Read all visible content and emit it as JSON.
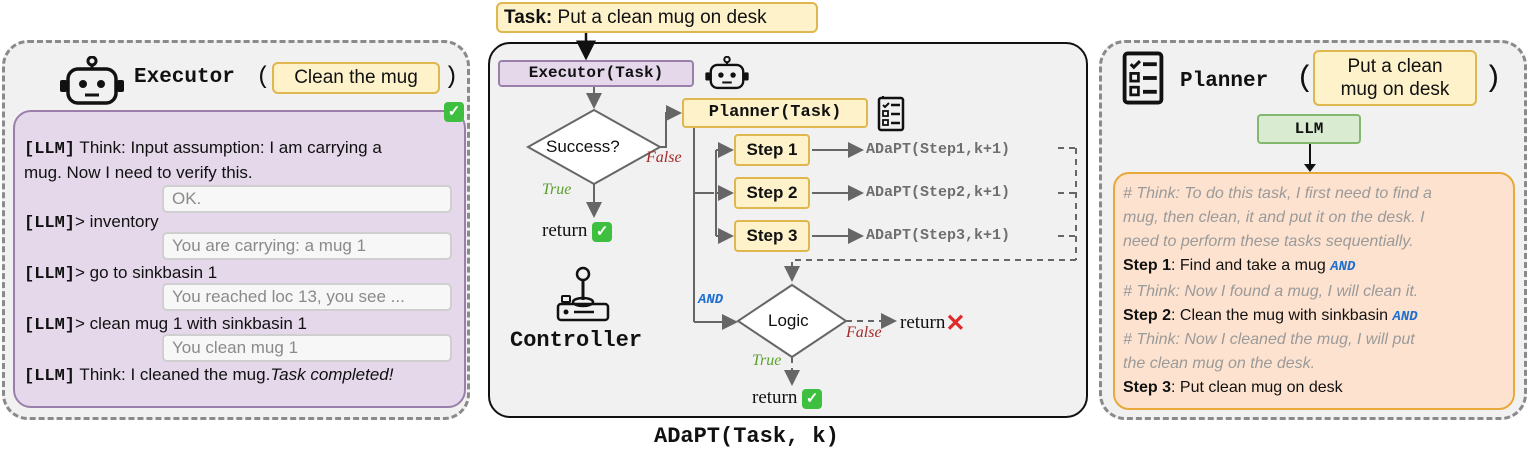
{
  "colors": {
    "executor_purple": "#e4d8ea",
    "purple_border": "#9b7fab",
    "yellow_fill": "#fdf2c9",
    "yellow_border": "#e0b64e",
    "orange_fill": "#fde3cf",
    "orange_border": "#e8a93a",
    "llm_green": "#d9ecd2",
    "true_green": "#5aa02c",
    "false_red": "#a52a2a",
    "and_blue": "#1f6fd1"
  },
  "task": {
    "label": "Task:",
    "text": "Put a clean mug on desk"
  },
  "executor_panel": {
    "title": "Executor",
    "arg": "Clean the mug",
    "icons": [
      "robot-icon",
      "check-icon"
    ],
    "trajectory": [
      {
        "tag": "[LLM]",
        "text": " Think:  Input assumption: I am carrying a",
        "cont": "mug. Now I need to verify this."
      },
      {
        "obs": "OK."
      },
      {
        "tag": "[LLM]",
        "text": "> inventory"
      },
      {
        "obs": "You are carrying: a mug 1"
      },
      {
        "tag": "[LLM]",
        "text": "> go to sinkbasin 1"
      },
      {
        "obs": "You reached loc 13, you see ..."
      },
      {
        "tag": "[LLM]",
        "text": "> clean mug 1 with sinkbasin 1"
      },
      {
        "obs": "You clean mug 1"
      },
      {
        "tag": "[LLM]",
        "text": " Think: I cleaned the mug.",
        "italic": "Task completed!"
      }
    ]
  },
  "center": {
    "executor_call": "Executor(Task)",
    "success_label": "Success?",
    "true_label": "True",
    "false_label": "False",
    "return_label": "return",
    "planner_call": "Planner(Task)",
    "steps": [
      "Step 1",
      "Step 2",
      "Step 3"
    ],
    "adapt_calls": [
      "ADaPT(Step1,k+1)",
      "ADaPT(Step2,k+1)",
      "ADaPT(Step3,k+1)"
    ],
    "and_label": "AND",
    "logic_label": "Logic",
    "controller_label": "Controller",
    "caption": "ADaPT(Task, k)"
  },
  "planner_panel": {
    "title": "Planner",
    "arg": "Put a clean mug on desk",
    "arg_line1": "Put a clean",
    "arg_line2": "mug on desk",
    "llm": "LLM",
    "plan": {
      "think1_l1": "# Think: To do this task, I first need to find a",
      "think1_l2": "mug, then clean, it and put it on the desk. I",
      "think1_l3": "need to perform these tasks sequentially.",
      "step1_label": "Step 1",
      "step1_text": ": Find and take a mug",
      "and1": "AND",
      "think2": "# Think: Now I found a mug, I will clean it.",
      "step2_label": "Step 2",
      "step2_text": ": Clean the mug with sinkbasin",
      "and2": "AND",
      "think3_l1": "# Think: Now I cleaned the mug, I will put",
      "think3_l2": "the clean mug on the desk.",
      "step3_label": "Step 3",
      "step3_text": ": Put clean mug on desk"
    }
  }
}
